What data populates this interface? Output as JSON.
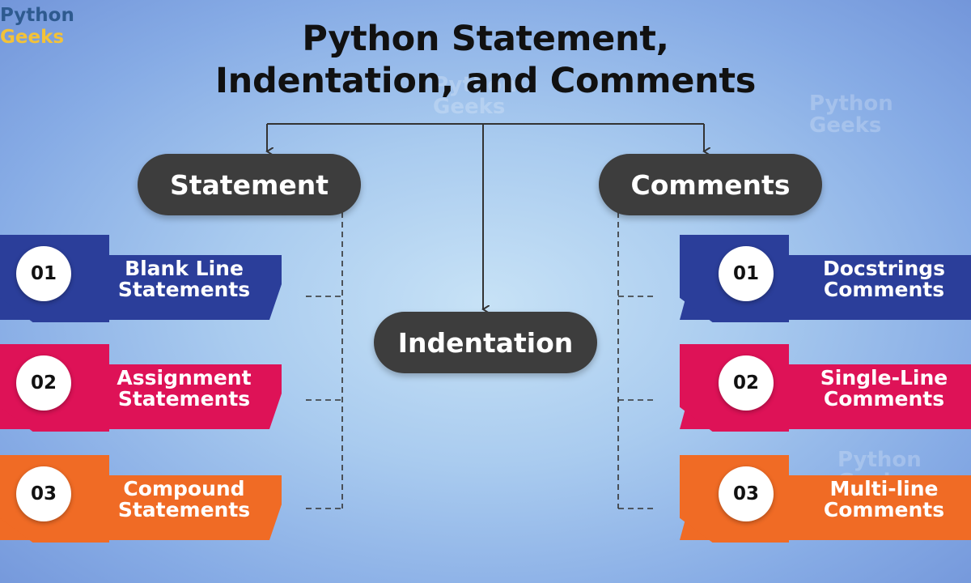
{
  "logo": {
    "line1": "Python",
    "line2": "Geeks"
  },
  "watermark": {
    "line1": "Python",
    "line2": "Geeks"
  },
  "title": {
    "line1": "Python Statement,",
    "line2": "Indentation, and Comments"
  },
  "nodes": {
    "left": "Statement",
    "center": "Indentation",
    "right": "Comments"
  },
  "colors": {
    "blue": "#2b3e9a",
    "red": "#de1257",
    "orange": "#f06b25",
    "node": "#3d3d3d"
  },
  "left_items": [
    {
      "num": "01",
      "line1": "Blank Line",
      "line2": "Statements",
      "color": "blue"
    },
    {
      "num": "02",
      "line1": "Assignment",
      "line2": "Statements",
      "color": "red"
    },
    {
      "num": "03",
      "line1": "Compound",
      "line2": "Statements",
      "color": "orange"
    }
  ],
  "right_items": [
    {
      "num": "01",
      "line1": "Docstrings",
      "line2": "Comments",
      "color": "blue"
    },
    {
      "num": "02",
      "line1": "Single-Line",
      "line2": "Comments",
      "color": "red"
    },
    {
      "num": "03",
      "line1": "Multi-line",
      "line2": "Comments",
      "color": "orange"
    }
  ]
}
